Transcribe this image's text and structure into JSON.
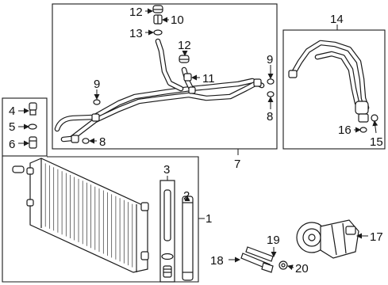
{
  "callouts": {
    "c1": "1",
    "c2": "2",
    "c3": "3",
    "c4": "4",
    "c5": "5",
    "c6": "6",
    "c7": "7",
    "c8a": "8",
    "c8b": "8",
    "c9a": "9",
    "c9b": "9",
    "c10": "10",
    "c11": "11",
    "c12a": "12",
    "c12b": "12",
    "c13": "13",
    "c14": "14",
    "c15": "15",
    "c16": "16",
    "c17": "17",
    "c18": "18",
    "c19": "19",
    "c20": "20"
  },
  "colors": {
    "line": "#1a1a1a",
    "background": "#ffffff"
  }
}
